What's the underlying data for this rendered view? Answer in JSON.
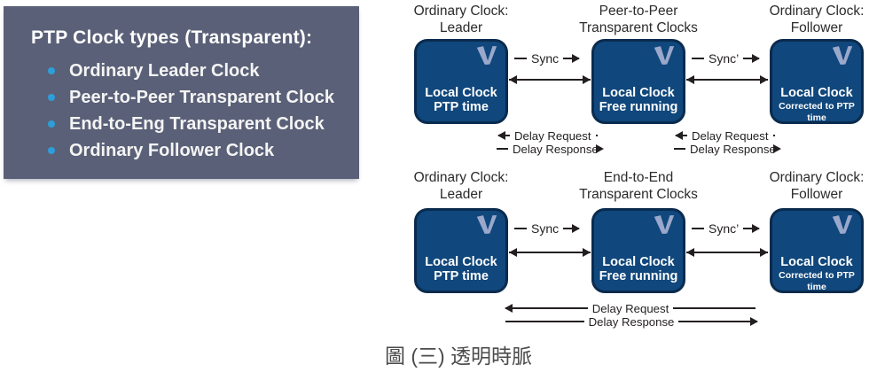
{
  "panel": {
    "title": "PTP Clock types (Transparent):",
    "bullets": [
      "Ordinary Leader Clock",
      "Peer-to-Peer Transparent Clock",
      "End-to-Eng Transparent Clock",
      "Ordinary Follower Clock"
    ]
  },
  "diagram": {
    "row1": {
      "leader": {
        "caption1": "Ordinary Clock:",
        "caption2": "Leader",
        "line1": "Local Clock",
        "line2": "PTP time"
      },
      "middle": {
        "caption1": "Peer-to-Peer",
        "caption2": "Transparent Clocks",
        "line1": "Local Clock",
        "line2": "Free running"
      },
      "follower": {
        "caption1": "Ordinary Clock:",
        "caption2": "Follower",
        "line1": "Local Clock",
        "line2": "Corrected to PTP time"
      },
      "sync_left": "Sync",
      "sync_right": "Sync’",
      "delay_request": "Delay Request",
      "delay_response": "Delay Response"
    },
    "row2": {
      "leader": {
        "caption1": "Ordinary Clock:",
        "caption2": "Leader",
        "line1": "Local Clock",
        "line2": "PTP time"
      },
      "middle": {
        "caption1": "End-to-End",
        "caption2": "Transparent Clocks",
        "line1": "Local Clock",
        "line2": "Free running"
      },
      "follower": {
        "caption1": "Ordinary Clock:",
        "caption2": "Follower",
        "line1": "Local Clock",
        "line2": "Corrected to PTP time"
      },
      "sync_left": "Sync",
      "sync_right": "Sync’",
      "delay_request": "Delay Request",
      "delay_response": "Delay Response"
    }
  },
  "caption": "圖 (三) 透明時脈",
  "colors": {
    "panel_bg": "#5a6077",
    "bullet": "#2d9fd8",
    "box_fill": "#10477c",
    "box_border": "#0a2b4e",
    "logo": "#9aa8cb",
    "line": "#231f20",
    "label": "#2b2b2b",
    "caption": "#4b4b4b"
  }
}
